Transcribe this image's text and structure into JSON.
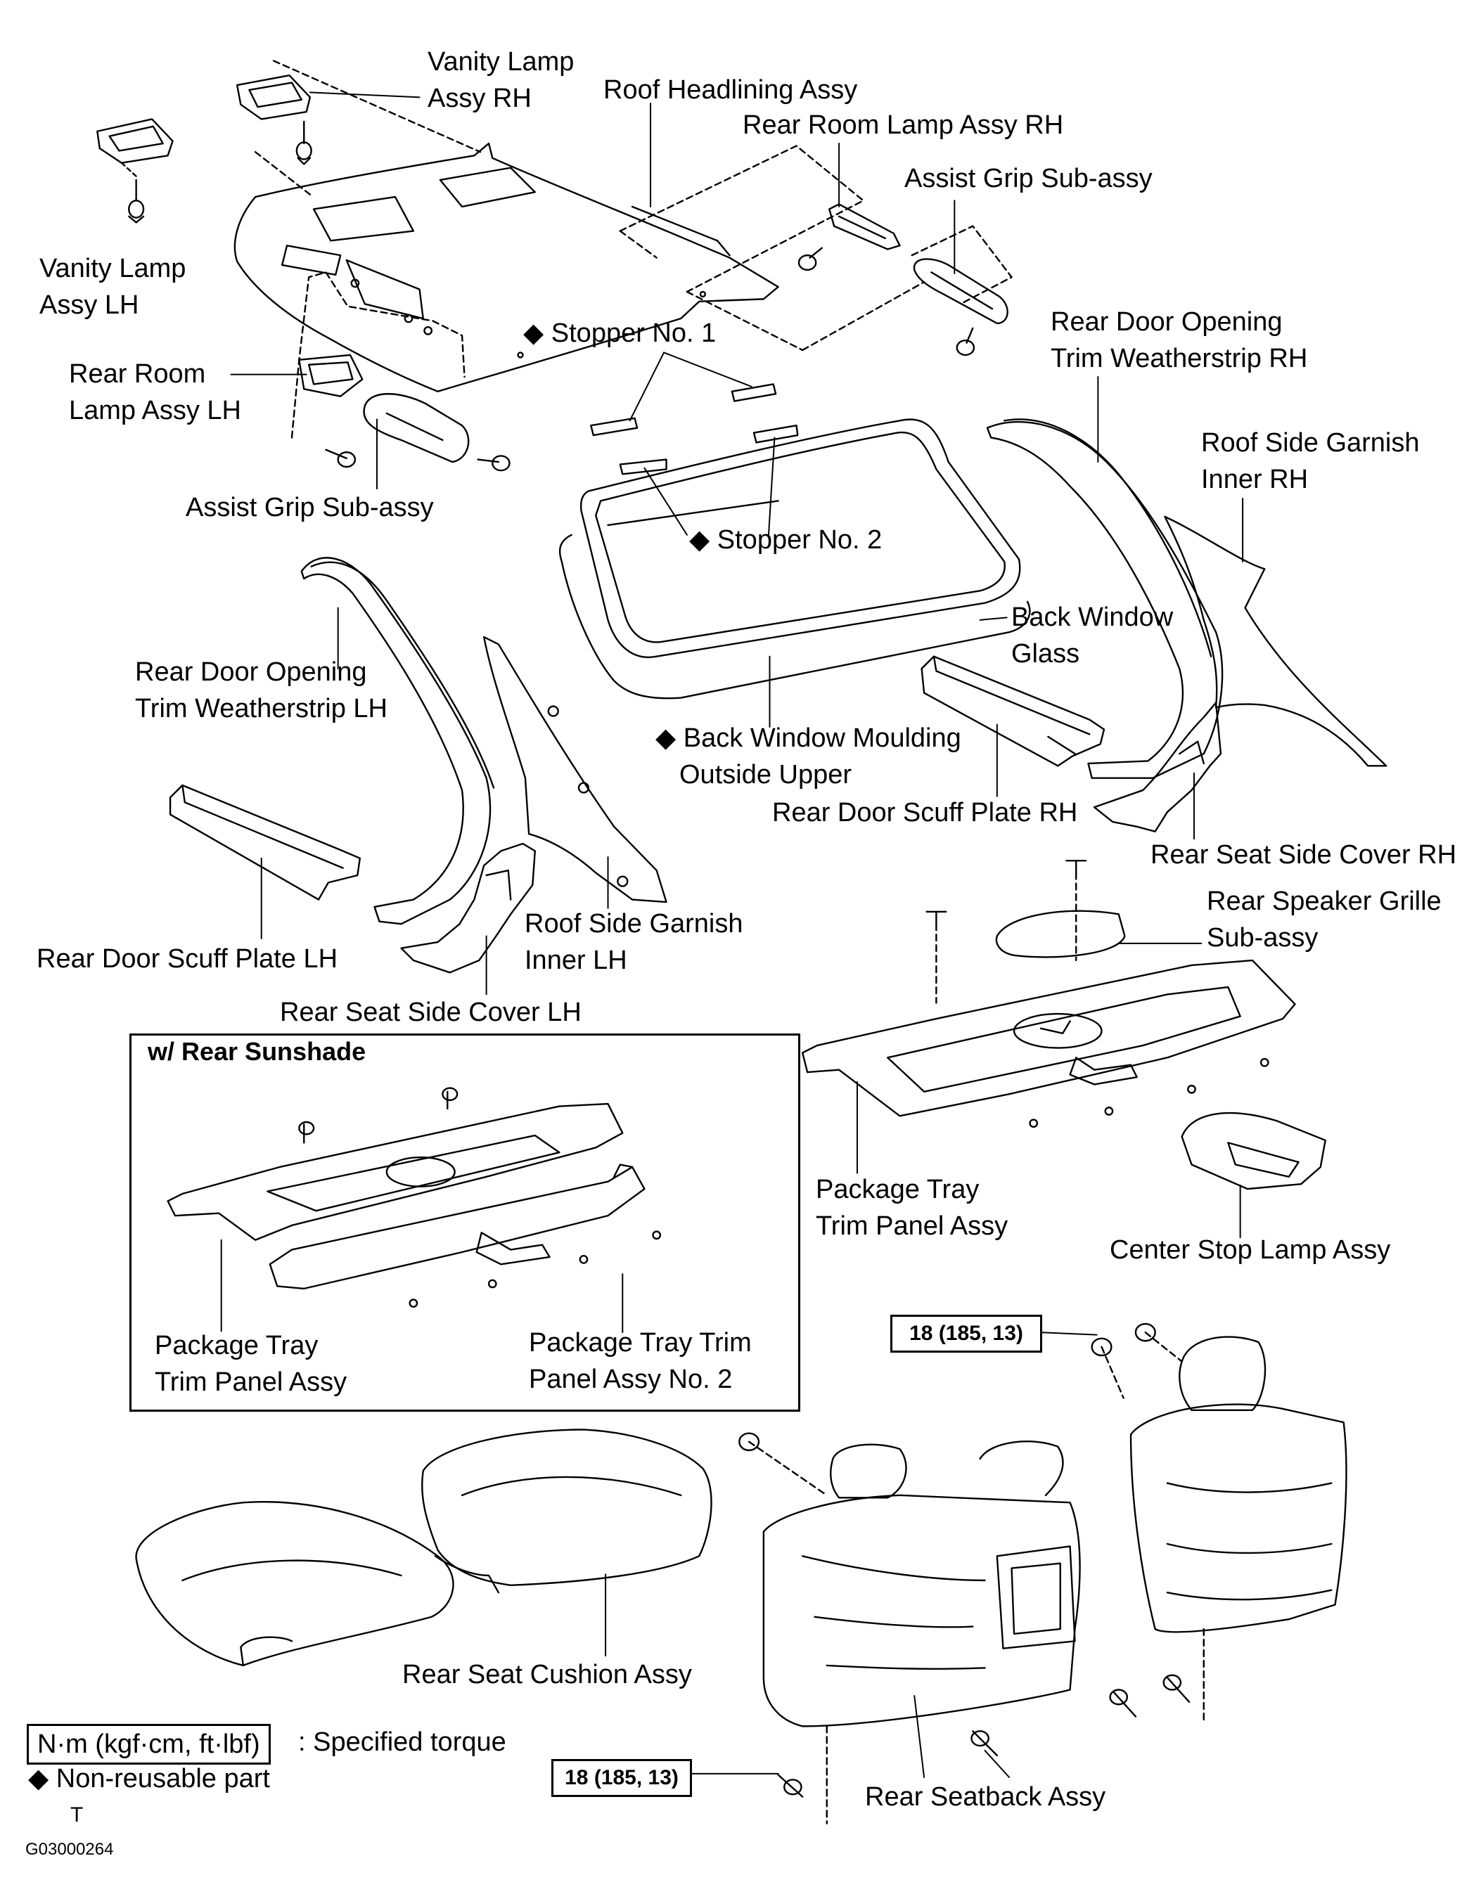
{
  "labels": {
    "vanity_lamp_rh": {
      "l1": "Vanity Lamp",
      "l2": "Assy RH"
    },
    "roof_headlining": "Roof Headlining Assy",
    "rear_room_lamp_rh": "Rear Room Lamp Assy RH",
    "assist_grip_rh": "Assist Grip Sub-assy",
    "vanity_lamp_lh": {
      "l1": "Vanity Lamp",
      "l2": "Assy LH"
    },
    "stopper_no1": "◆ Stopper No. 1",
    "rear_door_weatherstrip_rh": {
      "l1": "Rear Door Opening",
      "l2": "Trim Weatherstrip RH"
    },
    "rear_room_lamp_lh": {
      "l1": "Rear Room",
      "l2": "Lamp Assy LH"
    },
    "roof_side_garnish_rh": {
      "l1": "Roof Side Garnish",
      "l2": "Inner RH"
    },
    "assist_grip_lh": "Assist Grip Sub-assy",
    "stopper_no2": "◆ Stopper No. 2",
    "back_window_glass": {
      "l1": "Back Window",
      "l2": "Glass"
    },
    "rear_door_weatherstrip_lh": {
      "l1": "Rear Door Opening",
      "l2": "Trim Weatherstrip LH"
    },
    "back_window_moulding": {
      "l1": "◆ Back Window Moulding",
      "l2": "Outside Upper"
    },
    "rear_door_scuff_rh": "Rear Door Scuff Plate RH",
    "rear_seat_side_cover_rh": "Rear Seat Side Cover RH",
    "rear_speaker_grille": {
      "l1": "Rear Speaker Grille",
      "l2": "Sub-assy"
    },
    "roof_side_garnish_lh": {
      "l1": "Roof Side Garnish",
      "l2": "Inner LH"
    },
    "rear_door_scuff_lh": "Rear Door Scuff Plate LH",
    "rear_seat_side_cover_lh": "Rear Seat Side Cover LH",
    "inset_title": "w/ Rear Sunshade",
    "package_tray_main": {
      "l1": "Package Tray",
      "l2": "Trim Panel Assy"
    },
    "center_stop_lamp": "Center Stop Lamp Assy",
    "inset_package_tray": {
      "l1": "Package Tray",
      "l2": "Trim Panel Assy"
    },
    "inset_package_tray_no2": {
      "l1": "Package Tray Trim",
      "l2": "Panel Assy No. 2"
    },
    "rear_seat_cushion": "Rear Seat Cushion Assy",
    "rear_seatback": "Rear Seatback Assy"
  },
  "torque_specs": {
    "upper": "18 (185, 13)",
    "lower": "18 (185, 13)"
  },
  "legend": {
    "torque_box": "N·m (kgf·cm, ft·lbf)",
    "torque_text": ": Specified torque",
    "nonreusable": "◆ Non-reusable part",
    "t_mark": "T"
  },
  "figure_id": "G03000264"
}
